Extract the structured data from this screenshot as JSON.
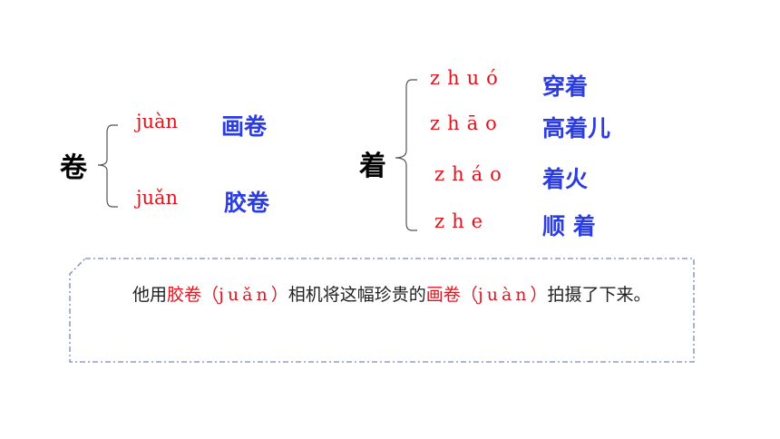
{
  "group1": {
    "character": "卷",
    "readings": [
      {
        "pinyin": "juàn",
        "word": "画卷"
      },
      {
        "pinyin": "juǎn",
        "word": "胶卷"
      }
    ]
  },
  "group2": {
    "character": "着",
    "readings": [
      {
        "pinyin": "zhuó",
        "word": "穿着"
      },
      {
        "pinyin": "zhāo",
        "word": "高着儿"
      },
      {
        "pinyin": "zháo",
        "word": "着火"
      },
      {
        "pinyin": "zhe",
        "word": "顺 着"
      }
    ]
  },
  "sentence": {
    "before": "他用",
    "word1": "胶卷",
    "paren1_open": "（",
    "pinyin1": "juǎn",
    "paren1_close": "）",
    "middle": "相机将这幅珍贵的",
    "word2": "画卷",
    "paren2_open": "（",
    "pinyin2": "juàn",
    "paren2_close": "）",
    "after": "拍摄了下来。"
  },
  "colors": {
    "pinyin": "#e0141e",
    "word": "#2b3de0",
    "box_border": "#7d86b8"
  }
}
